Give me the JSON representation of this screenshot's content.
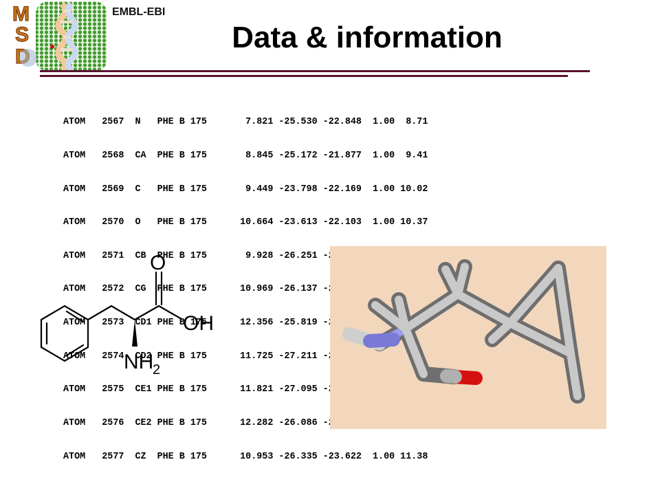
{
  "header": {
    "logo_letters": [
      "M",
      "S",
      "D"
    ],
    "organization": "EMBL-EBI",
    "title": "Data & information"
  },
  "colors": {
    "rule": "#5a1230",
    "logo_green": "#3f9a2e",
    "logo_letter": "#d0761c",
    "render_background": "#f2d7bc",
    "nitrogen": "#7a7ad6",
    "oxygen": "#d51010"
  },
  "pdb_records": [
    "ATOM   2567  N   PHE B 175       7.821 -25.530 -22.848  1.00  8.71",
    "ATOM   2568  CA  PHE B 175       8.845 -25.172 -21.877  1.00  9.41",
    "ATOM   2569  C   PHE B 175       9.449 -23.798 -22.169  1.00 10.02",
    "ATOM   2570  O   PHE B 175      10.664 -23.613 -22.103  1.00 10.37",
    "ATOM   2571  CB  PHE B 175       9.928 -26.251 -21.848  1.00  9.53",
    "ATOM   2572  CG  PHE B 175      10.969 -26.137 -22.982  1.00 10.03",
    "ATOM   2573  CD1 PHE B 175      12.356 -25.819 -22.988  1.00 10.51",
    "ATOM   2574  CD2 PHE B 175      11.725 -27.211 -23.402  1.00 10.25",
    "ATOM   2575  CE1 PHE B 175      11.821 -27.095 -22.869  1.00 11.17",
    "ATOM   2576  CE2 PHE B 175      12.282 -26.086 -24.008  1.00 10.95",
    "ATOM   2577  CZ  PHE B 175      10.953 -26.335 -23.622  1.00 11.38"
  ],
  "structure_2d": {
    "atom_labels": {
      "oxygen": "O",
      "hydroxyl": "OH",
      "amine": "NH",
      "amine_subscript": "2"
    }
  }
}
